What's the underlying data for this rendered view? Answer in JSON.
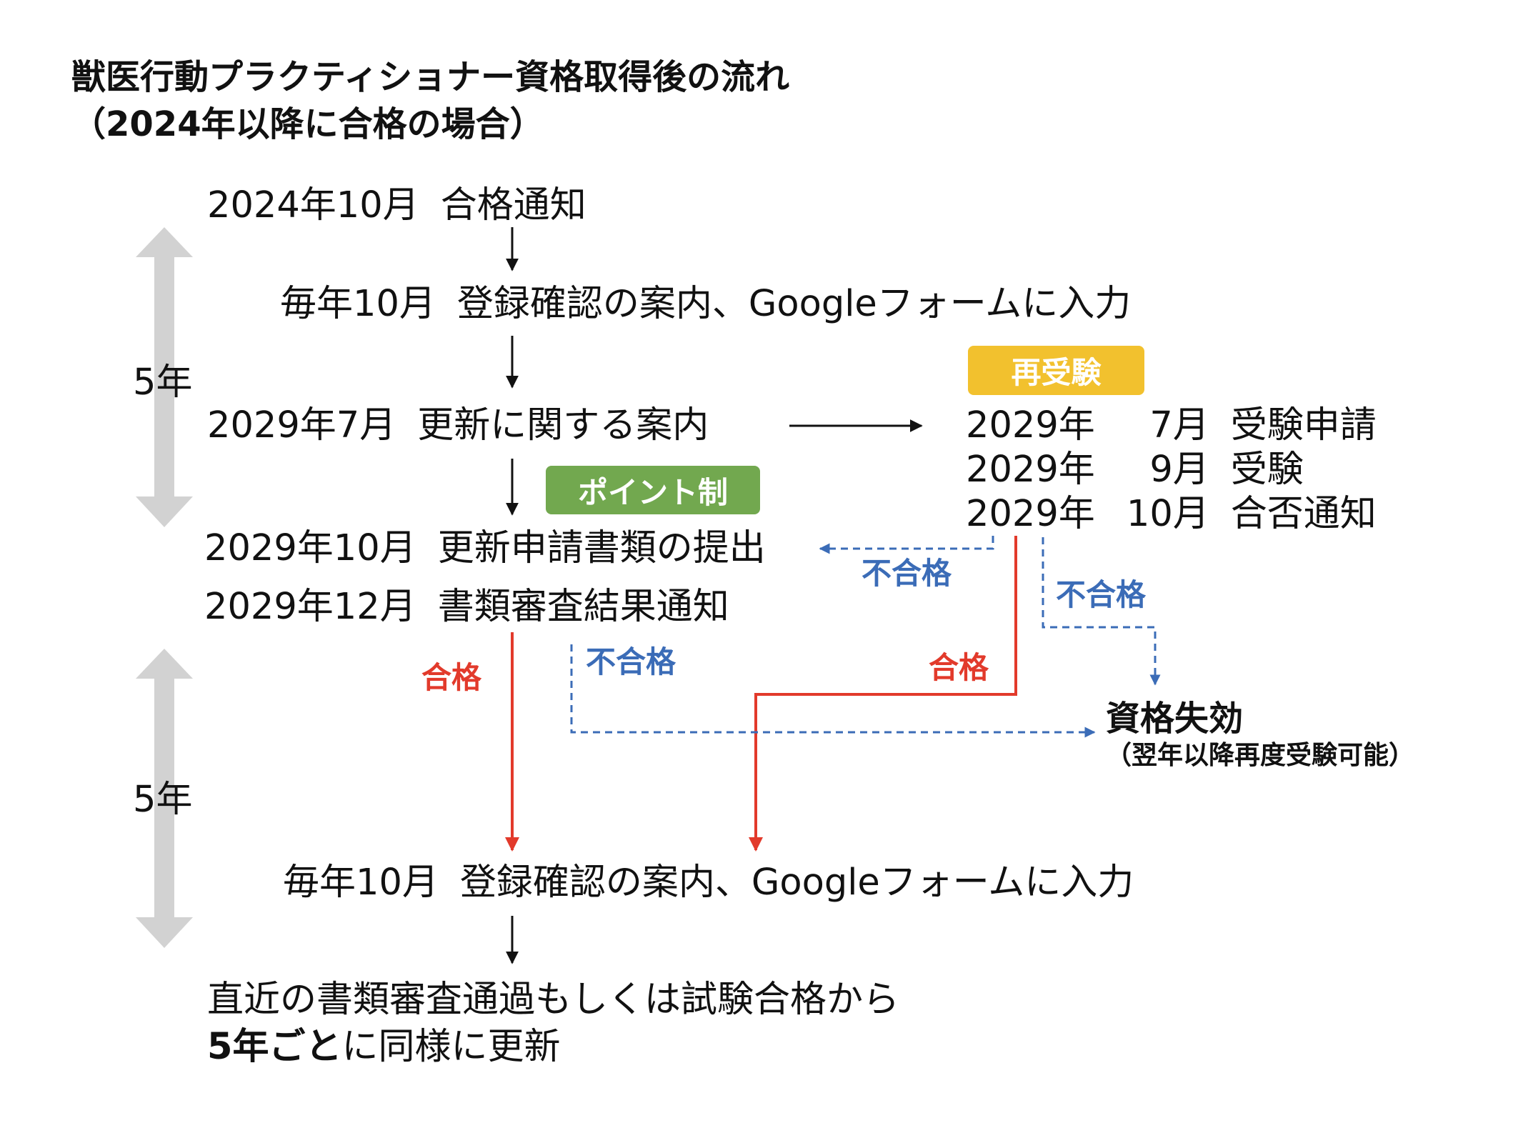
{
  "title": {
    "line1": "獣医行動プラクティショナー資格取得後の流れ",
    "line2": "（2024年以降に合格の場合）"
  },
  "span_labels": {
    "first": "5年",
    "second": "5年"
  },
  "steps": {
    "s1": {
      "date": "2024年10月",
      "text": "合格通知"
    },
    "s2": {
      "date": "毎年10月",
      "text": "登録確認の案内、Googleフォームに入力"
    },
    "s3": {
      "date": "2029年7月",
      "text": "更新に関する案内"
    },
    "s4": {
      "date": "2029年10月",
      "text": "更新申請書類の提出"
    },
    "s5": {
      "date": "2029年12月",
      "text": "書類審査結果通知"
    },
    "s6": {
      "date": "毎年10月",
      "text": "登録確認の案内、Googleフォームに入力"
    }
  },
  "reexam": {
    "badge": "再受験",
    "rows": [
      {
        "year": "2029年",
        "month": "7月",
        "text": "受験申請"
      },
      {
        "year": "2029年",
        "month": "9月",
        "text": "受験"
      },
      {
        "year": "2029年",
        "month": "10月",
        "text": "合否通知"
      }
    ]
  },
  "point_badge": "ポイント制",
  "labels": {
    "fail_to_submit": "不合格",
    "fail_to_lapse_exam": "不合格",
    "fail_to_lapse_docs": "不合格",
    "pass_docs": "合格",
    "pass_exam": "合格"
  },
  "lapse": {
    "title": "資格失効",
    "note": "（翌年以降再度受験可能）"
  },
  "final": {
    "line1": "直近の書類審査通過もしくは試験合格から",
    "line2_bold": "5年ごと",
    "line2_rest": "に同様に更新"
  },
  "colors": {
    "pass_arrow": "#e23a2b",
    "fail_arrow": "#3b6cb7",
    "span_arrow": "#d2d2d2",
    "reexam_badge": "#f2c12e",
    "point_badge": "#72a84f"
  }
}
